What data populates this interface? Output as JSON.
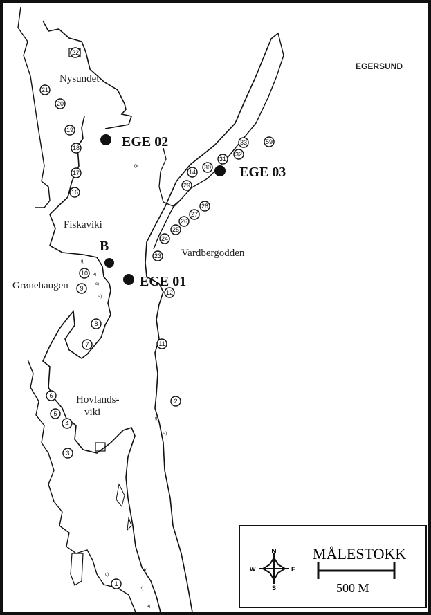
{
  "map": {
    "places": {
      "egersund": "EGERSUND",
      "nysundet": "Nysundet",
      "fiskaviki": "Fiskaviki",
      "vardbergodden": "Vardbergodden",
      "gronehaugen": "Grønehaugen",
      "hovlandsviki_1": "Hovlands-",
      "hovlandsviki_2": "viki"
    },
    "stations": {
      "ege02": "EGE 02",
      "ege03": "EGE 03",
      "ege01": "EGE 01",
      "b": "B"
    },
    "markers": [
      "22",
      "21",
      "20",
      "19",
      "18",
      "17",
      "16",
      "33",
      "32",
      "31",
      "30",
      "14",
      "29",
      "59",
      "28",
      "27",
      "26",
      "25",
      "24",
      "23",
      "12",
      "11",
      "10",
      "9",
      "8",
      "7",
      "6",
      "5",
      "4",
      "3",
      "2",
      "1"
    ],
    "sublabels": [
      "g)",
      "a)",
      "c)",
      "a)",
      "g)",
      "a)",
      "b)",
      "c)",
      "b)",
      "a)"
    ]
  },
  "legend": {
    "compass": {
      "n": "N",
      "s": "S",
      "e": "E",
      "w": "W"
    },
    "scale_title": "MÅLESTOKK",
    "scale_value": "500 M"
  },
  "colors": {
    "ink": "#111111",
    "paper": "#ffffff"
  }
}
